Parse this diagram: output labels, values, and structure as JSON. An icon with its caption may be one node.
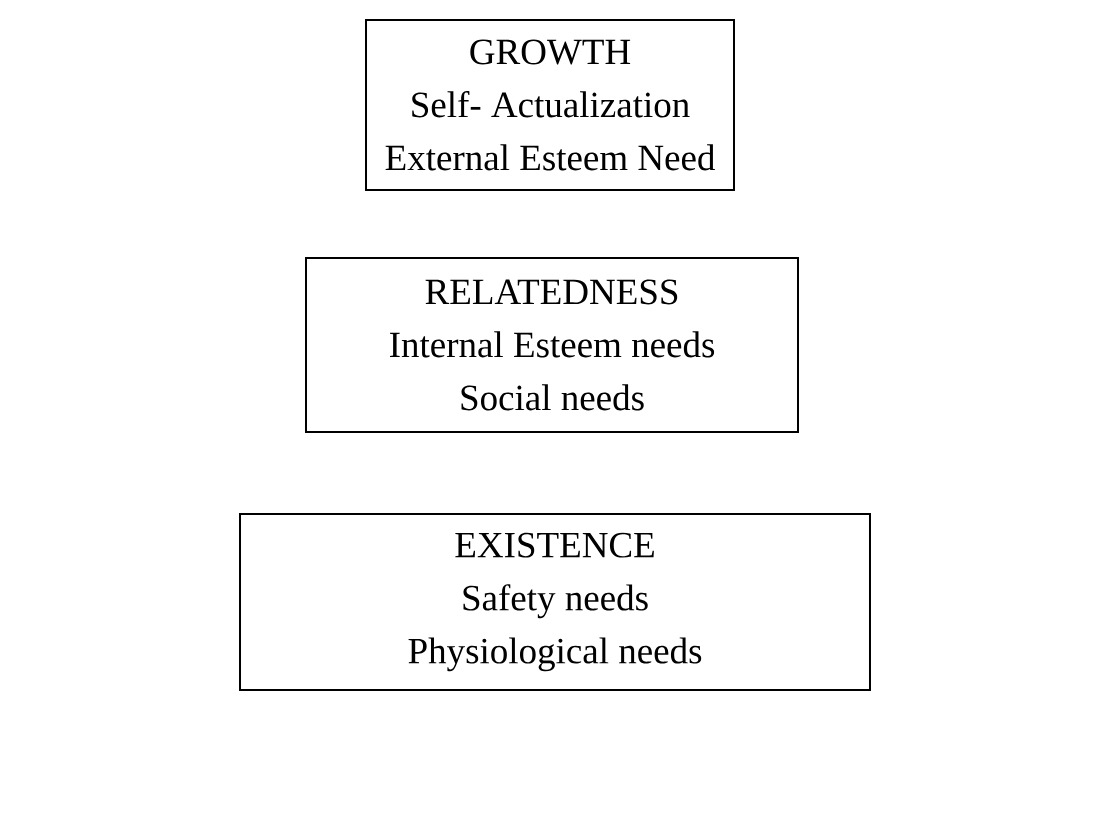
{
  "diagram": {
    "nodes": [
      {
        "text": [
          "GROWTH",
          "Self- Actualization",
          "External Esteem Need"
        ]
      },
      {
        "text": [
          "RELATEDNESS",
          "Internal Esteem needs",
          "Social needs"
        ]
      },
      {
        "text": [
          "EXISTENCE",
          "Safety needs",
          "Physiological needs"
        ]
      }
    ]
  }
}
